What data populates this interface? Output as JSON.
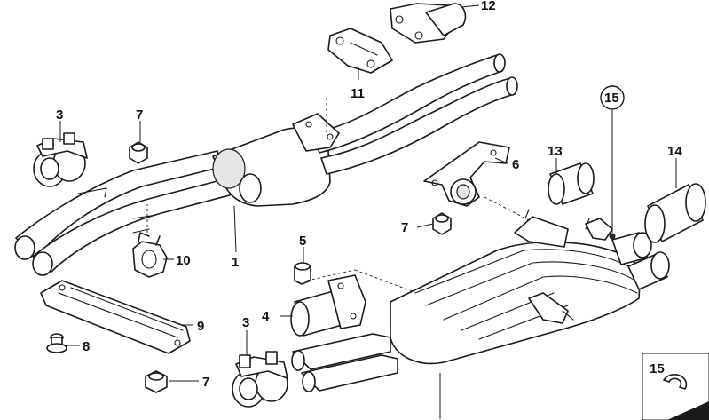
{
  "callouts": {
    "c1": "1",
    "c3a": "3",
    "c3b": "3",
    "c4": "4",
    "c5": "5",
    "c6": "6",
    "c7a": "7",
    "c7b": "7",
    "c7c": "7",
    "c8": "8",
    "c9": "9",
    "c10": "10",
    "c11": "11",
    "c12": "12",
    "c13": "13",
    "c14": "14",
    "c15a": "15",
    "c15b": "15"
  }
}
